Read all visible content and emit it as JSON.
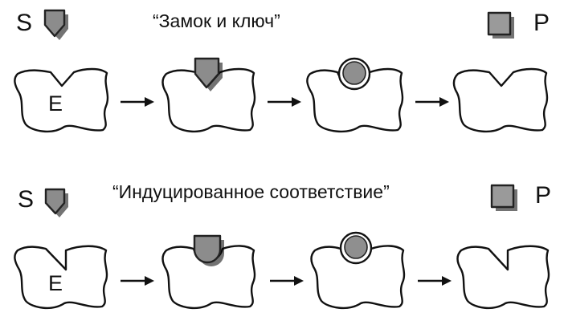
{
  "colors": {
    "substrate": "#8c8c8c",
    "product": "#9a9a9a",
    "complex": "#8f8f8f",
    "outline": "#111111"
  },
  "icons": [
    "substrate-pentagon-icon",
    "product-square-icon",
    "complex-circle-icon",
    "arrow-right-icon"
  ],
  "panels": [
    {
      "title": "“Замок и ключ”",
      "substrate_label": "S",
      "product_label": "P",
      "enzyme_label": "E"
    },
    {
      "title": "“Индуцированное соответствие”",
      "substrate_label": "S",
      "product_label": "P",
      "enzyme_label": "E"
    }
  ]
}
